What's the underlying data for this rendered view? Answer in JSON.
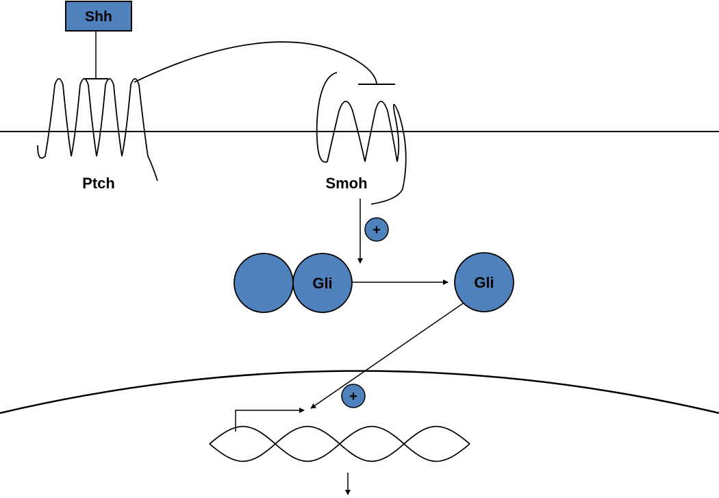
{
  "labels": {
    "shh": "Shh",
    "ptch": "Ptch",
    "smoh": "Smoh",
    "gli_bound": "Gli",
    "gli_free": "Gli",
    "plus_1": "+",
    "plus_2": "+"
  },
  "colors": {
    "node_fill": "#4f81bd",
    "stroke": "#000000",
    "background": "#ffffff"
  }
}
